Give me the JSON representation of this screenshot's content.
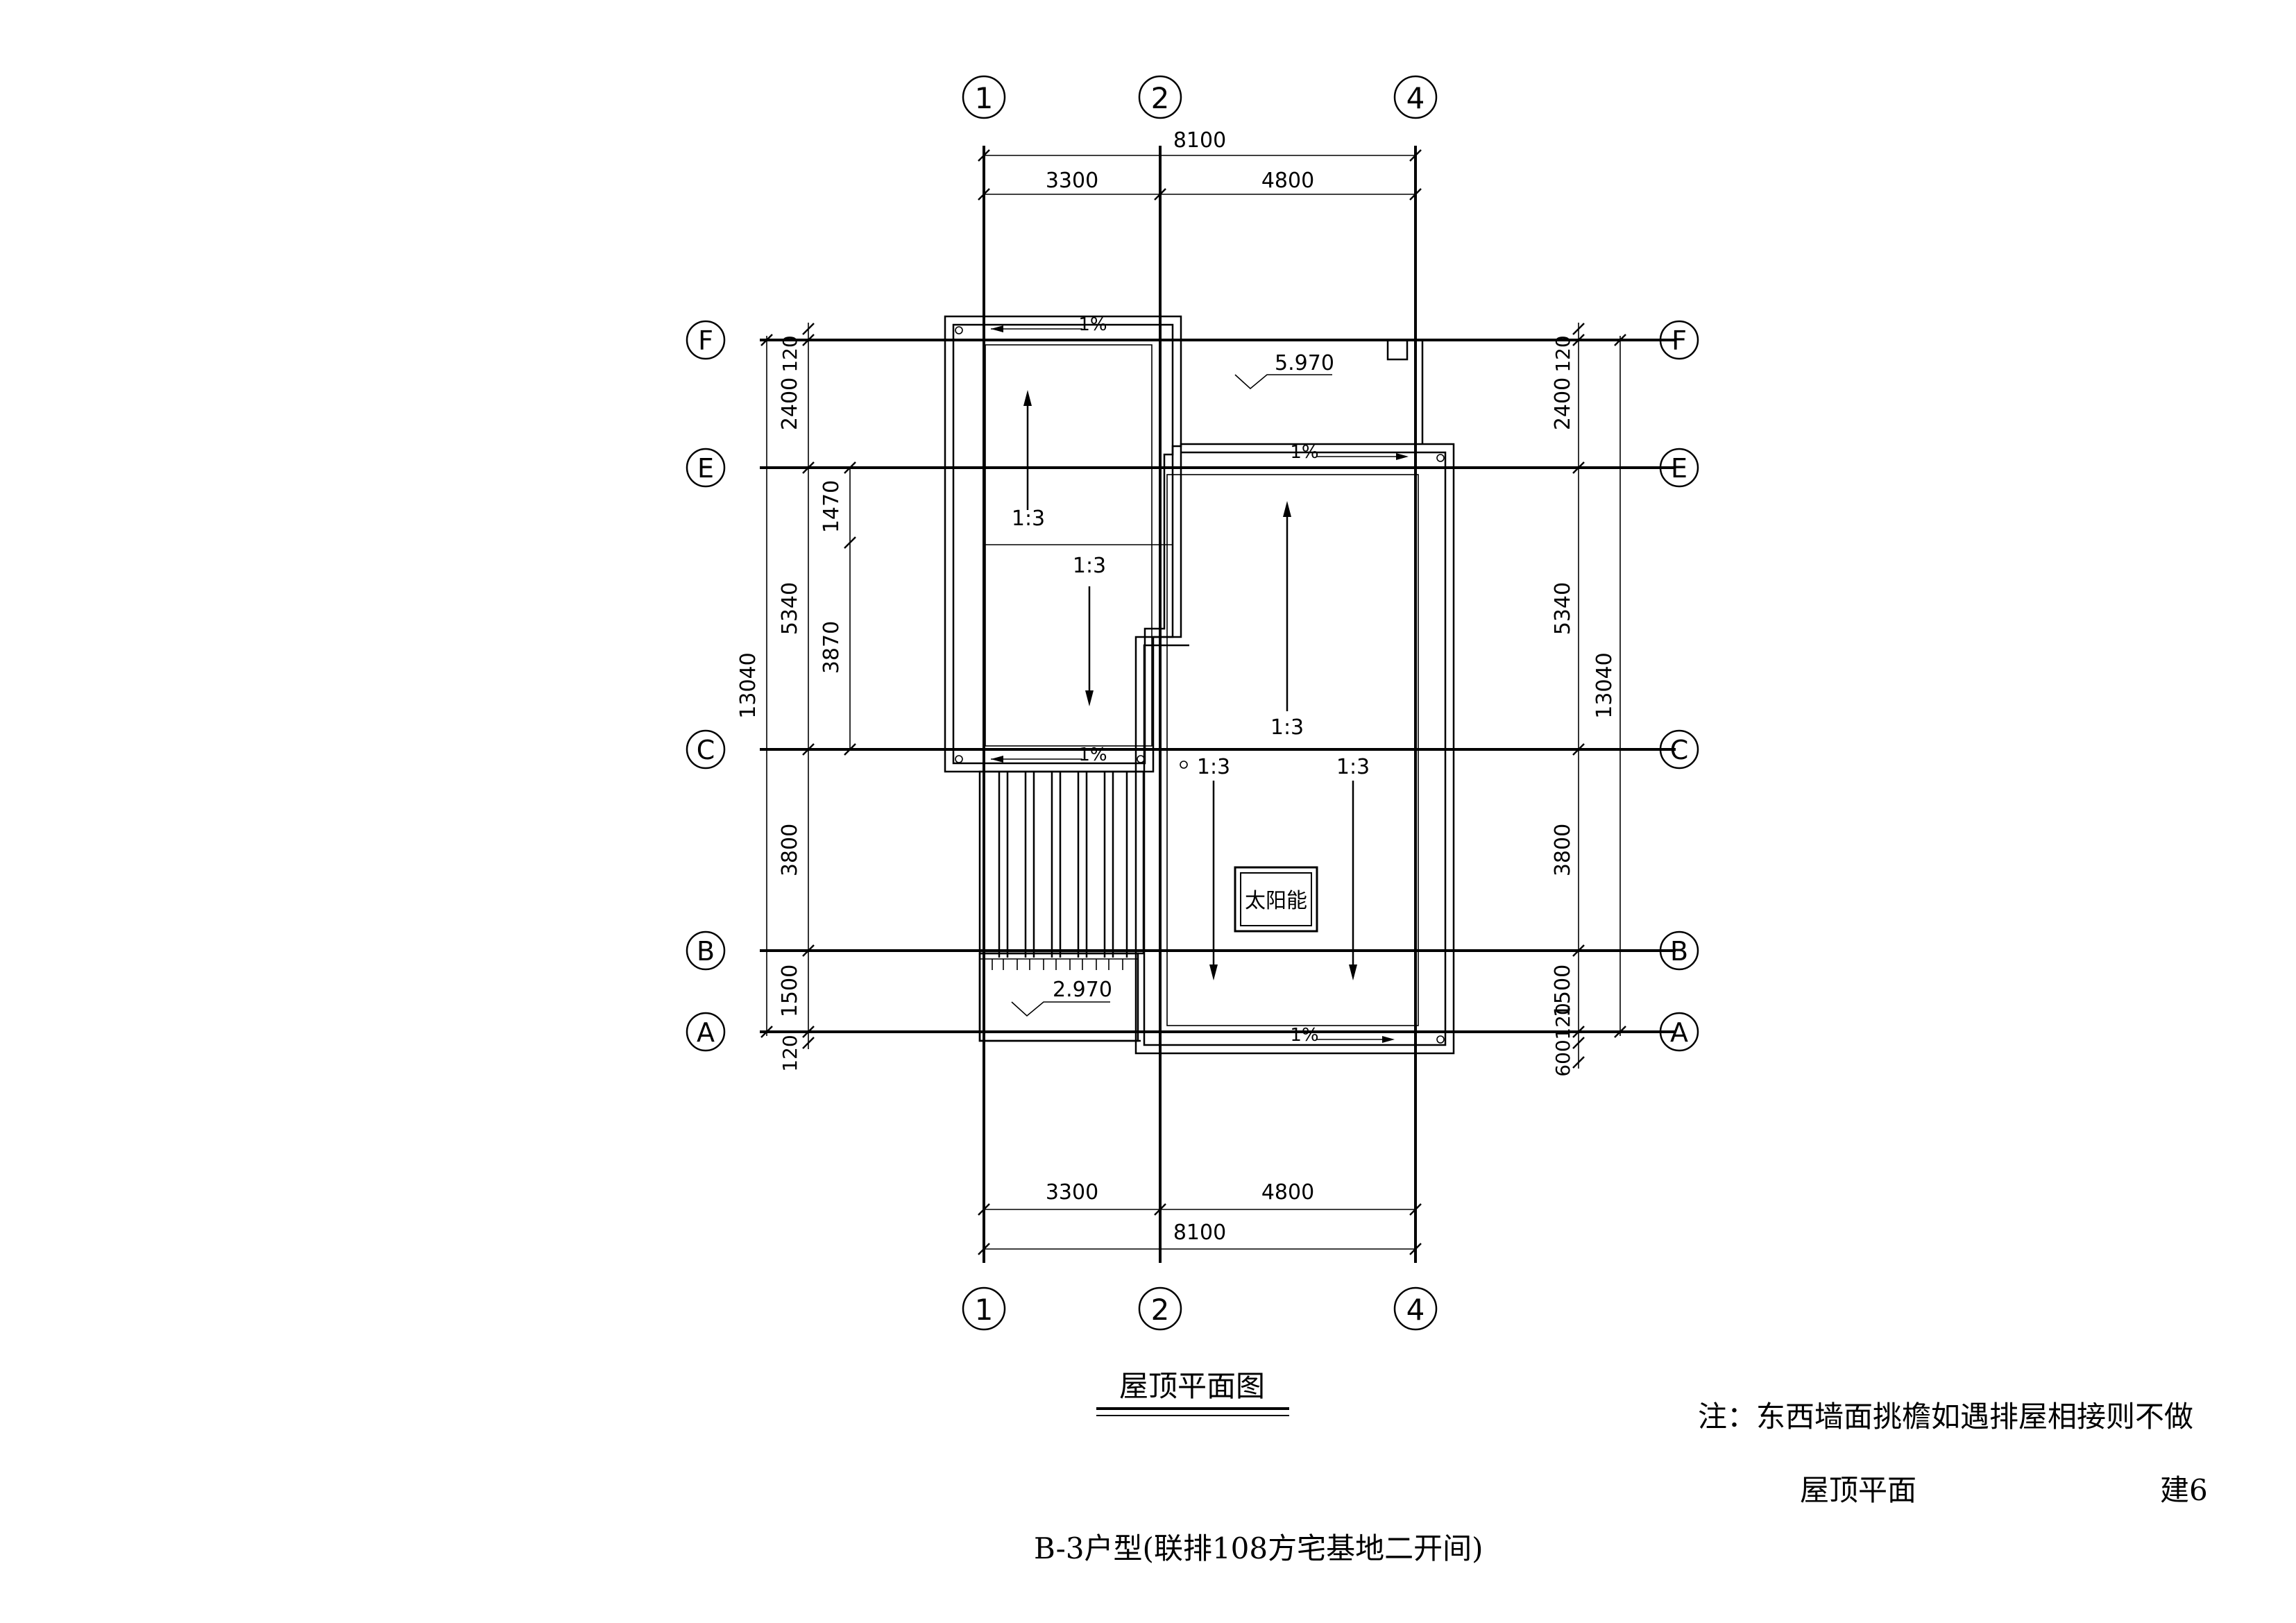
{
  "drawing": {
    "title": "屋顶平面图",
    "note": "注：东西墙面挑檐如遇排屋相接则不做",
    "sheet_name": "屋顶平面",
    "sheet_number": "建6",
    "project": "B-3户型(联排108方宅基地二开间)"
  },
  "axes": {
    "vertical": [
      "1",
      "2",
      "4"
    ],
    "horizontal": [
      "F",
      "E",
      "C",
      "B",
      "A"
    ]
  },
  "dimensions": {
    "top_total": "8100",
    "top_left": "3300",
    "top_right": "4800",
    "bottom_left": "3300",
    "bottom_right": "4800",
    "bottom_total": "8100",
    "left_total": "13040",
    "right_total": "13040",
    "left_fe": "2400",
    "left_ec": "5340",
    "left_cb": "3800",
    "left_ba": "1500",
    "left_eave_top": "120",
    "left_eave_bottom": "120",
    "left_sub_upper": "1470",
    "left_sub_lower": "3870",
    "right_fe": "2400",
    "right_ec": "5340",
    "right_cb": "3800",
    "right_ba": "1500",
    "right_eave_top": "120",
    "right_eave_bottom_120": "120",
    "right_eave_bottom_600": "600"
  },
  "annotations": {
    "elev_upper": "5.970",
    "elev_lower": "2.970",
    "slope_1": "1:3",
    "slope_2": "1:3",
    "slope_3": "1:3",
    "slope_4": "1:3",
    "slope_5": "1:3",
    "gutter_top": "1%",
    "gutter_mid": "1%",
    "gutter_c": "1%",
    "gutter_bottom": "1%",
    "solar": "太阳能"
  }
}
